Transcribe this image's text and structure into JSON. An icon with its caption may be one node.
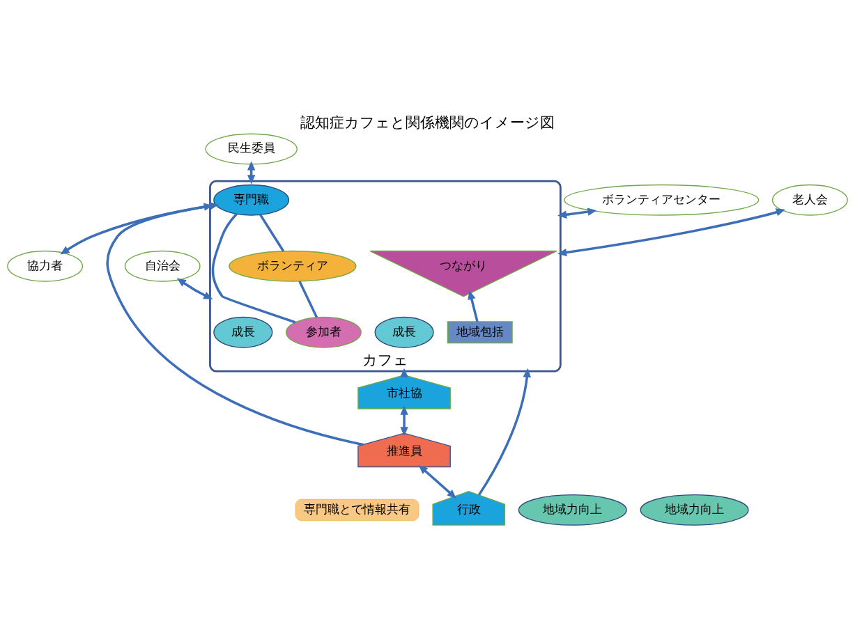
{
  "diagram": {
    "title": "認知症カフェと関係機関のイメージ図",
    "nodes": [
      {
        "text": [
          "専門職とで情報共有"
        ]
      },
      {
        "text": [
          "カフェ"
        ]
      },
      {
        "text": [
          "ボランティアセンター"
        ]
      },
      {
        "text": [
          "自治会"
        ]
      },
      {
        "text": [
          "老人会"
        ]
      },
      {
        "text": [
          "民生委員"
        ]
      },
      {
        "text": [
          "協力者"
        ]
      },
      {
        "text": [
          "ボランティア"
        ],
        "in": 1
      },
      {
        "text": [
          "参加者"
        ],
        "in": 1
      },
      {
        "text": [
          "つながり"
        ],
        "in": 1
      },
      {
        "text": [
          "専門職"
        ],
        "in": 1
      },
      {
        "text": [
          "成長"
        ],
        "in": 1
      },
      {
        "text": [
          "地域包括"
        ],
        "in": 1
      },
      {
        "text": [
          "成長"
        ],
        "in": 1
      },
      {
        "text": [
          "地域力向上"
        ]
      },
      {
        "text": [
          "地域力向上"
        ]
      },
      {
        "text": [
          "行政"
        ]
      },
      {
        "text": [
          "推進員"
        ]
      },
      {
        "text": [
          "市社協"
        ]
      }
    ],
    "edges": [
      {
        "from": 2,
        "to": 1,
        "arrow": "both"
      },
      {
        "from": 3,
        "to": 1,
        "arrow": "both"
      },
      {
        "from": 4,
        "to": 1,
        "arrow": "both"
      },
      {
        "from": 5,
        "to": 1,
        "arrow": "both"
      },
      {
        "from": 6,
        "to": 10,
        "arrow": "both"
      },
      {
        "from": 8,
        "to": 7,
        "arrow": "none"
      },
      {
        "from": 7,
        "to": 10,
        "arrow": "none"
      },
      {
        "from": 8,
        "to": 10,
        "arrow": "none"
      },
      {
        "from": 12,
        "to": 9,
        "arrow": "to"
      },
      {
        "from": 16,
        "to": 1,
        "arrow": "to"
      },
      {
        "from": 17,
        "to": 1,
        "arrow": "to"
      },
      {
        "from": 18,
        "to": 1,
        "arrow": "to"
      },
      {
        "from": 16,
        "to": 17,
        "arrow": "both"
      },
      {
        "from": 17,
        "to": 18,
        "arrow": "both"
      }
    ]
  }
}
